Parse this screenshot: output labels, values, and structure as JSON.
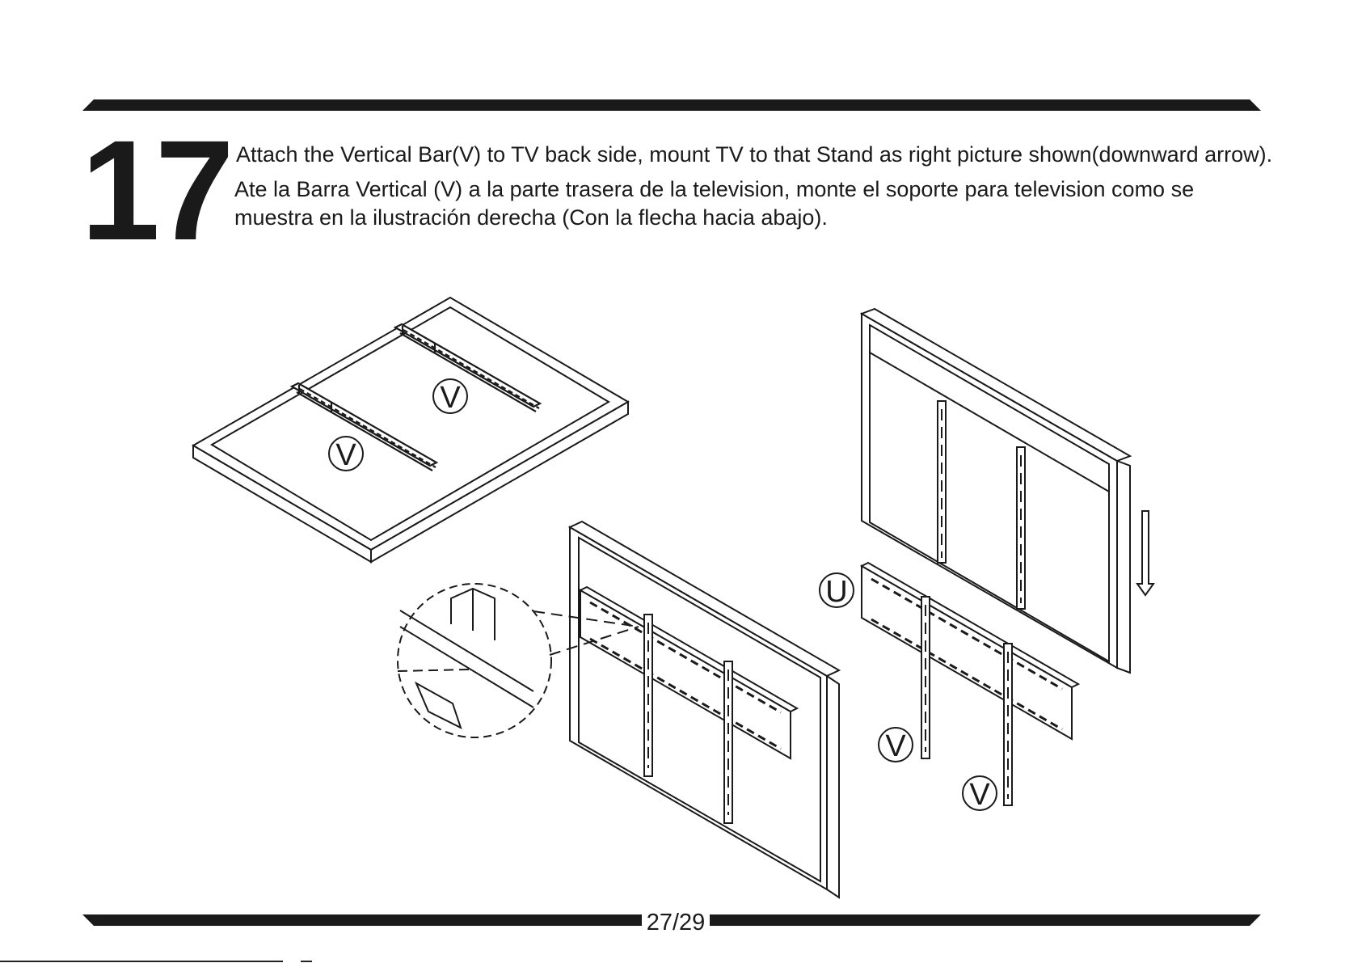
{
  "step": {
    "number": "17"
  },
  "instructions": {
    "english": "Attach the Vertical Bar(V) to TV back side, mount TV to that Stand as right picture shown(downward arrow).",
    "spanish": "Ate la Barra Vertical (V) a la parte trasera de la television, monte el soporte para television como se muestra en la ilustración derecha (Con la flecha hacia abajo)."
  },
  "labels": {
    "vertical_bar": "V",
    "universal_bracket": "U"
  },
  "footer": {
    "page": "27/29"
  }
}
